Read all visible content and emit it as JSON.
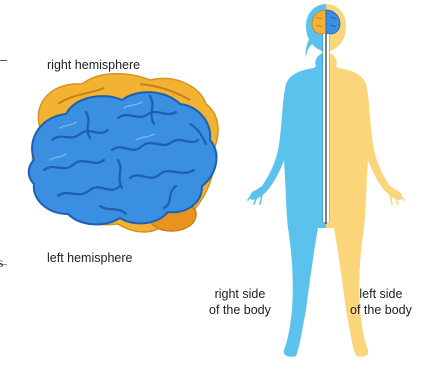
{
  "labels": {
    "right_hemisphere": "right hemisphere",
    "left_hemisphere": "left hemisphere",
    "right_side_line1": "right side",
    "right_side_line2": "of the body",
    "left_side_line1": "left side",
    "left_side_line2": "of the body",
    "cut_letter": "s"
  },
  "colors": {
    "left_hemisphere_blue": "#3a8fe0",
    "left_hemisphere_dark": "#1f5fb0",
    "right_hemisphere_orange": "#f2b233",
    "right_hemisphere_dark": "#c97f1a",
    "body_blue": "#5bc2ee",
    "body_yellow": "#fbd57a",
    "spine_white": "#ffffff"
  }
}
